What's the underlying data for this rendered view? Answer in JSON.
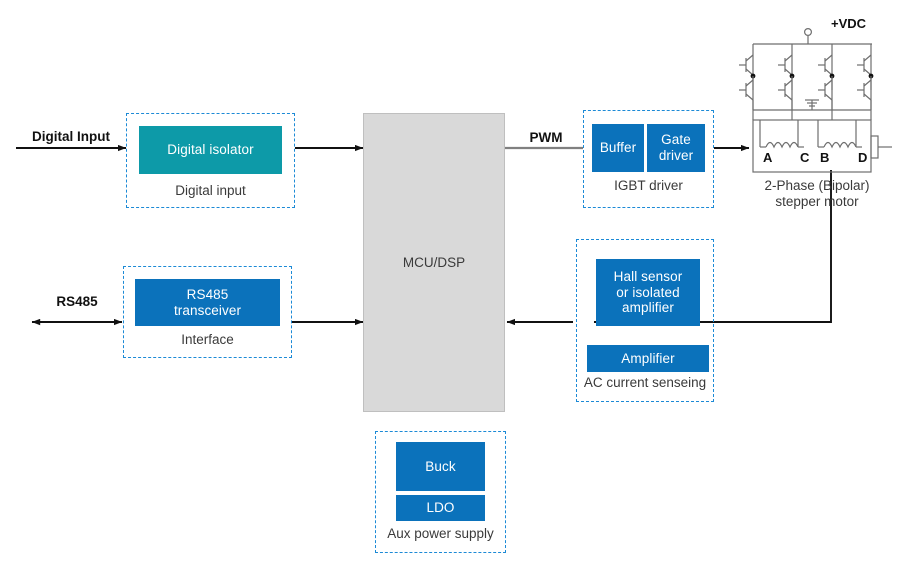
{
  "diagram": {
    "title": "Stepper motor drive block diagram",
    "colors": {
      "block_blue": "#0b72bb",
      "block_teal": "#0d9aa8",
      "mcu_gray": "#d9d9d9",
      "group_dashed": "#1c8ad6",
      "wire": "#111111",
      "wire_gray": "#808080"
    },
    "edge_labels": {
      "digital_input": "Digital Input",
      "rs485": "RS485",
      "pwm": "PWM"
    },
    "groups": [
      {
        "id": "digital-input",
        "caption": "Digital input",
        "blocks": [
          {
            "label": "Digital isolator",
            "color": "teal"
          }
        ]
      },
      {
        "id": "interface",
        "caption": "Interface",
        "blocks": [
          {
            "label": "RS485\ntransceiver",
            "line1": "RS485",
            "line2": "transceiver",
            "color": "blue"
          }
        ]
      },
      {
        "id": "igbt-driver",
        "caption": "IGBT driver",
        "blocks": [
          {
            "label": "Buffer",
            "color": "blue"
          },
          {
            "line1": "Gate",
            "line2": "driver",
            "color": "blue"
          }
        ]
      },
      {
        "id": "ac-current-sensing",
        "caption": "AC current senseing",
        "blocks": [
          {
            "line1": "Hall sensor",
            "line2": "or isolated",
            "line3": "amplifier",
            "color": "blue"
          },
          {
            "label": "Amplifier",
            "color": "blue"
          }
        ]
      },
      {
        "id": "aux-power-supply",
        "caption": "Aux power supply",
        "blocks": [
          {
            "label": "Buck",
            "color": "blue"
          },
          {
            "label": "LDO",
            "color": "blue"
          }
        ]
      }
    ],
    "processor": {
      "label": "MCU/DSP"
    },
    "motor": {
      "supply_label": "+VDC",
      "caption_line1": "2-Phase (Bipolar)",
      "caption_line2": "stepper motor",
      "terminals": [
        "A",
        "C",
        "B",
        "D"
      ]
    }
  }
}
